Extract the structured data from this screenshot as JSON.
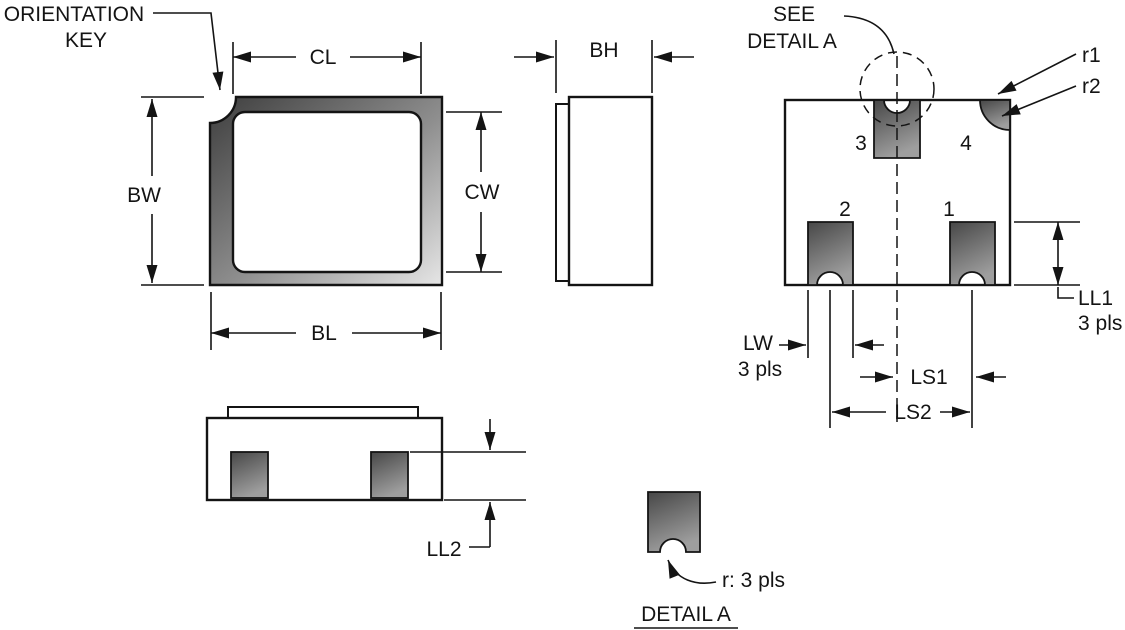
{
  "labels": {
    "orientation_key_line1": "ORIENTATION",
    "orientation_key_line2": "KEY",
    "dim_cl": "CL",
    "dim_bw": "BW",
    "dim_cw": "CW",
    "dim_bl": "BL",
    "dim_bh": "BH",
    "see_detail_line1": "SEE",
    "see_detail_line2": "DETAIL A",
    "radius_r1": "r1",
    "radius_r2": "r2",
    "pad1": "1",
    "pad2": "2",
    "pad3": "3",
    "pad4": "4",
    "dim_ll1": "LL1",
    "dim_ll1_qty": "3 pls",
    "dim_lw": "LW",
    "dim_lw_qty": "3 pls",
    "dim_ls1": "LS1",
    "dim_ls2": "LS2",
    "dim_ll2": "LL2",
    "detail_radius_note": "r: 3 pls",
    "detail_title": "DETAIL A"
  },
  "colors": {
    "line": "#141414",
    "pad_gradient_dark": "#474747",
    "pad_gradient_light": "#9e9e9e",
    "frame_gradient_dark": "#3d3d3d",
    "frame_gradient_light": "#e6e6e6",
    "background": "#ffffff"
  }
}
